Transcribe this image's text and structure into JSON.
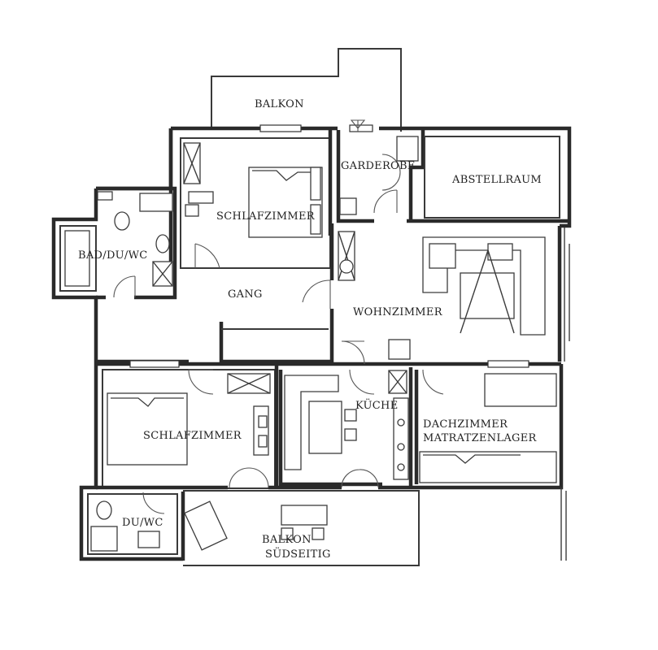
{
  "rooms": {
    "balkon_top": "BALKON",
    "garderobe": "GARDEROBE",
    "abstellraum": "ABSTELLRAUM",
    "schlafzimmer_top": "SCHLAFZIMMER",
    "bad": "BAD/DU/WC",
    "gang": "GANG",
    "wohnzimmer": "WOHNZIMMER",
    "schlafzimmer_bottom": "SCHLAFZIMMER",
    "kueche": "KÜCHE",
    "dachzimmer_line1": "DACHZIMMER",
    "dachzimmer_line2": "MATRATZENLAGER",
    "du_wc": "DU/WC",
    "balkon_sued_line1": "BALKON",
    "balkon_sued_line2": "SÜDSEITIG"
  }
}
